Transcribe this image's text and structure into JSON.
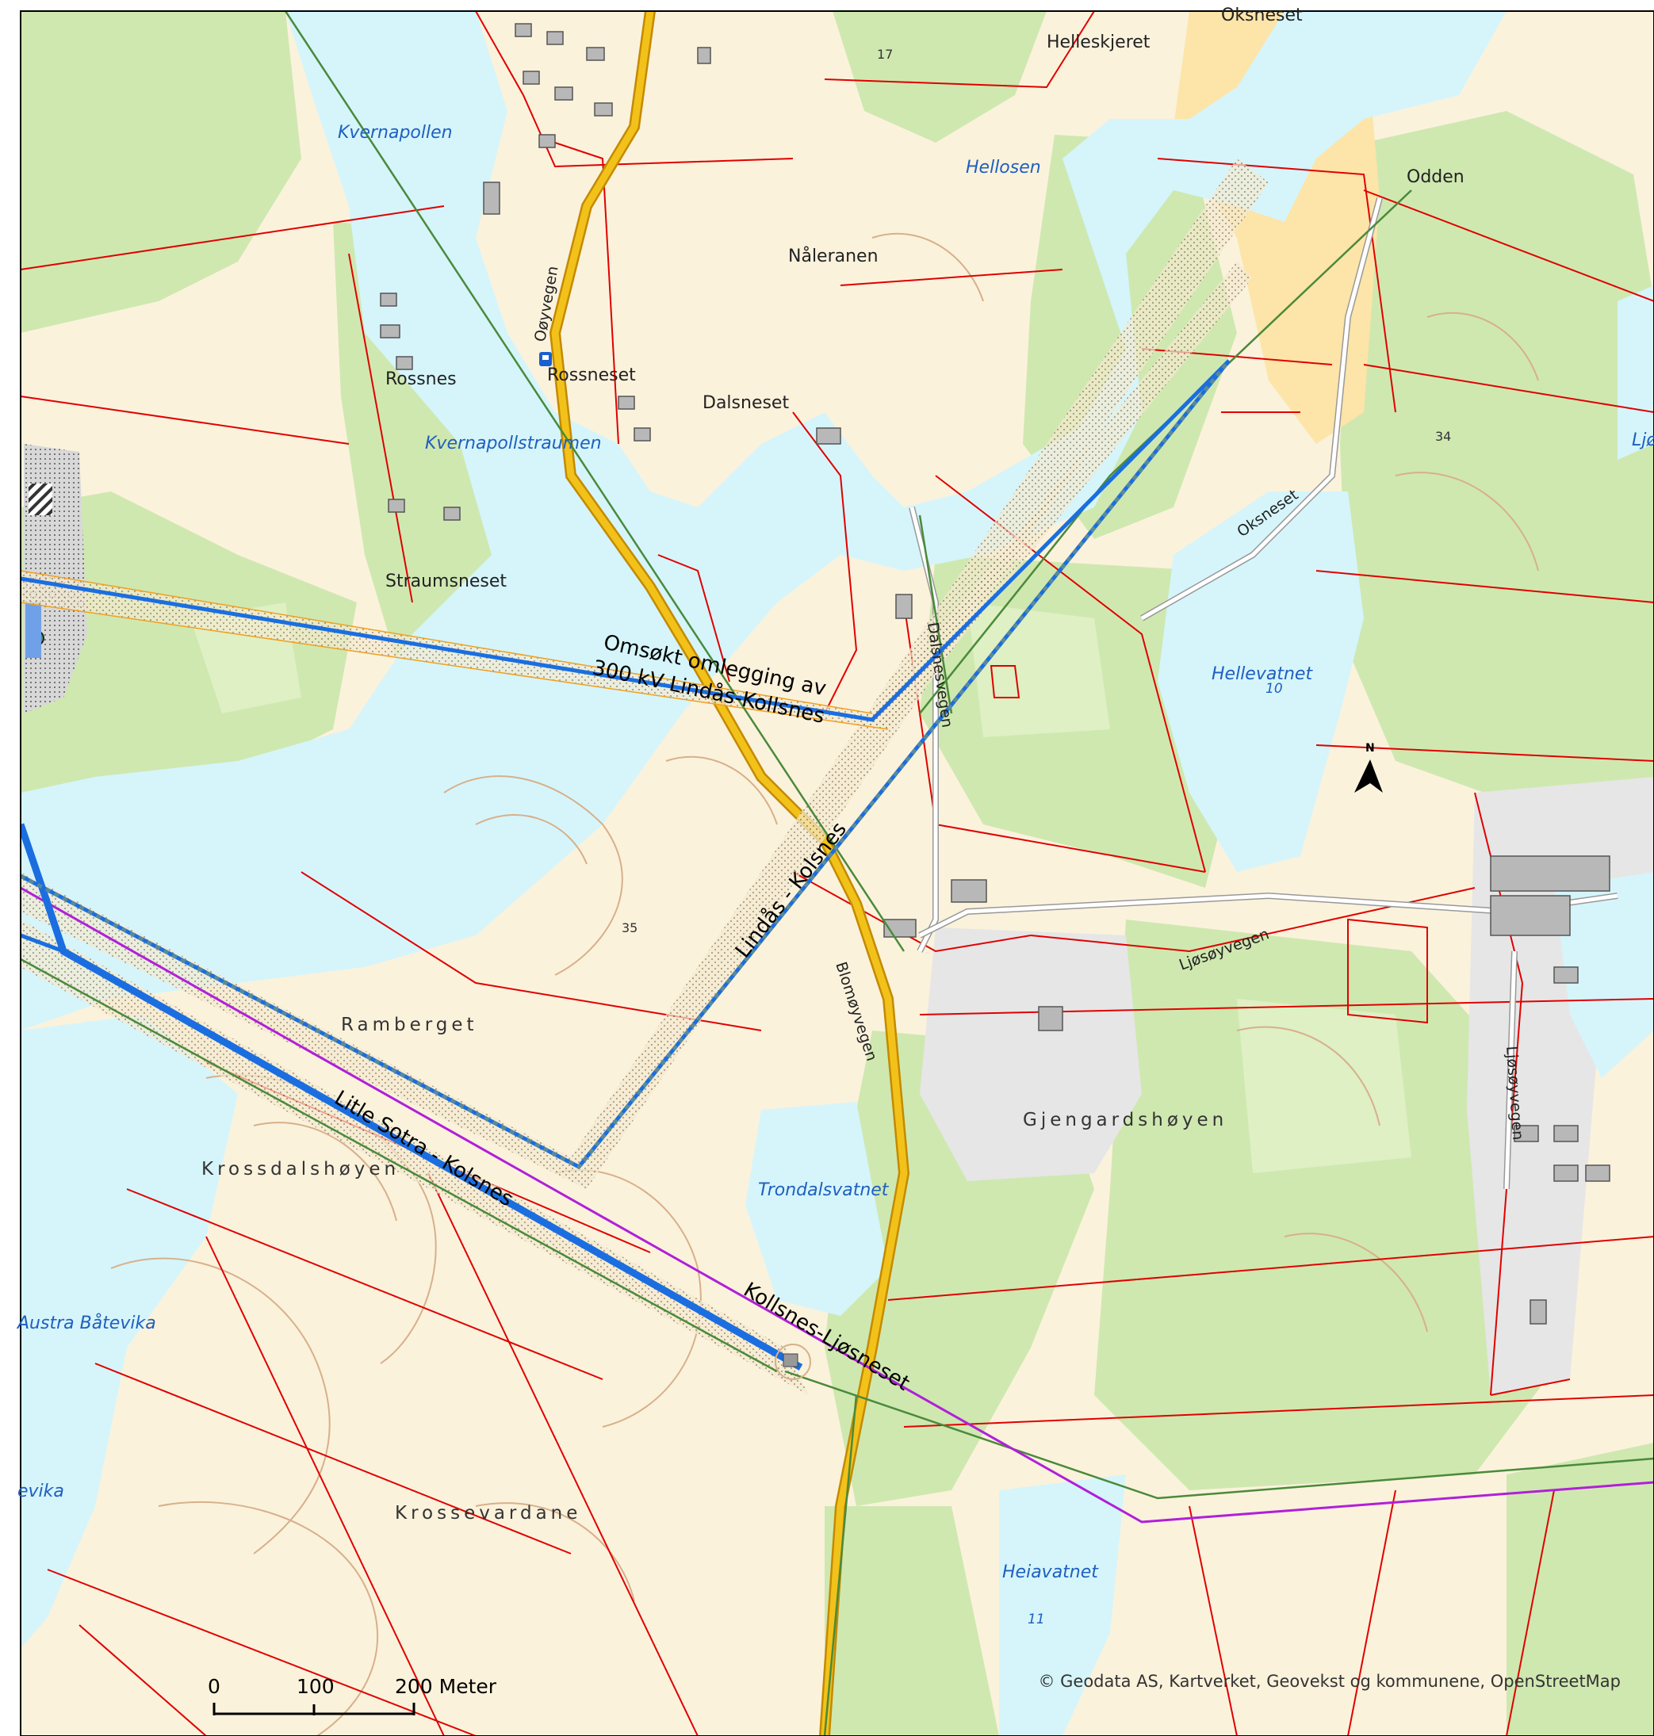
{
  "colors": {
    "land": "#fbf2dc",
    "forest": "#cfe8b0",
    "forest_light": "#def0c4",
    "water": "#d5f5fb",
    "industrial": "#e6e6e6",
    "property": "#e00000",
    "contour": "#d7b08a",
    "powerline_blue": "#1a6ee0",
    "powerline_green": "#4a8a3a",
    "powerline_purple": "#b020d8",
    "road_yellow": "#f2c21a",
    "road_edge": "#c48a00",
    "sand": "#fde4a8"
  },
  "places": [
    {
      "id": "oksneset",
      "label": "Oksneset"
    },
    {
      "id": "helleskjeret",
      "label": "Helleskjeret"
    },
    {
      "id": "odden",
      "label": "Odden"
    },
    {
      "id": "naleranen",
      "label": "Nåleranen"
    },
    {
      "id": "rossnes",
      "label": "Rossnes"
    },
    {
      "id": "rossneset",
      "label": "Rossneset"
    },
    {
      "id": "dalsneset",
      "label": "Dalsneset"
    },
    {
      "id": "straumsneset",
      "label": "Straumsneset"
    }
  ],
  "water_labels": [
    {
      "id": "kvernapollen",
      "label": "Kvernapollen"
    },
    {
      "id": "hellosen",
      "label": "Hellosen"
    },
    {
      "id": "kvernapollstraumen",
      "label": "Kvernapollstraumen"
    },
    {
      "id": "hellevatnet",
      "label": "Hellevatnet"
    },
    {
      "id": "trondalsvatnet",
      "label": "Trondalsvatnet"
    },
    {
      "id": "austra-batevika",
      "label": "Austra Båtevika"
    },
    {
      "id": "evika",
      "label": "evika"
    },
    {
      "id": "heiavatnet",
      "label": "Heiavatnet"
    },
    {
      "id": "ljo",
      "label": "Ljø"
    }
  ],
  "terrain_labels": [
    {
      "id": "ramberget",
      "label": "Ramberget"
    },
    {
      "id": "krossdalshoyen",
      "label": "Krossdalshøyen"
    },
    {
      "id": "gjengardshoyen",
      "label": "Gjengardshøyen"
    },
    {
      "id": "krossevardane",
      "label": "Krossevardane"
    }
  ],
  "roads": [
    {
      "id": "oyvegen",
      "label": "Oøyvegen"
    },
    {
      "id": "dalsnesvegen",
      "label": "Dalsnesvegen"
    },
    {
      "id": "oksneset-road",
      "label": "Oksneset"
    },
    {
      "id": "blomoyvegen",
      "label": "Blomøyvegen"
    },
    {
      "id": "ljosoyvegen",
      "label": "Ljøsøyvegen"
    },
    {
      "id": "ljosoyvegen-2",
      "label": "Ljøsøyvegen"
    }
  ],
  "heights": [
    {
      "id": "h17",
      "label": "17"
    },
    {
      "id": "h34",
      "label": "34"
    },
    {
      "id": "h35",
      "label": "35"
    },
    {
      "id": "h10",
      "label": "10"
    },
    {
      "id": "h11",
      "label": "11"
    }
  ],
  "powerlines": {
    "applied_rerouting_line1": "Omsøkt omlegging av",
    "applied_rerouting_line2": "300 kV Lindås-Kollsnes",
    "lindas_kolsnes": "Lindås - Kolsnes",
    "litle_sotra_kolsnes": "Litle Sotra - Kolsnes",
    "kollsnes_ljosneset": "Kollsnes-Ljøsneset"
  },
  "compass": {
    "label": "N"
  },
  "scale_bar": {
    "tick_0": "0",
    "tick_100": "100",
    "tick_200": "200 Meter"
  },
  "attribution": "© Geodata AS, Kartverket, Geovekst og kommunene, OpenStreetMap"
}
